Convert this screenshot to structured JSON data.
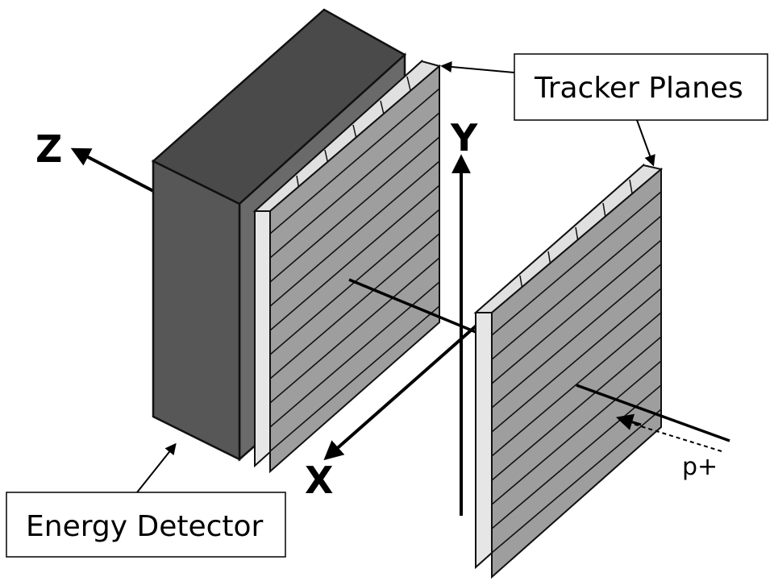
{
  "labels": {
    "axis_z": "Z",
    "axis_y": "Y",
    "axis_x": "X",
    "tracker_planes": "Tracker Planes",
    "energy_detector": "Energy Detector",
    "particle": "p+"
  },
  "colors": {
    "detector_front": "#575757",
    "detector_top": "#4a4a4a",
    "detector_side": "#6a6a6a",
    "plane_face": "#9e9e9e",
    "plane_edge": "#e6e6e6",
    "plane_light": "#d9d9d9",
    "stroke": "#111111"
  }
}
